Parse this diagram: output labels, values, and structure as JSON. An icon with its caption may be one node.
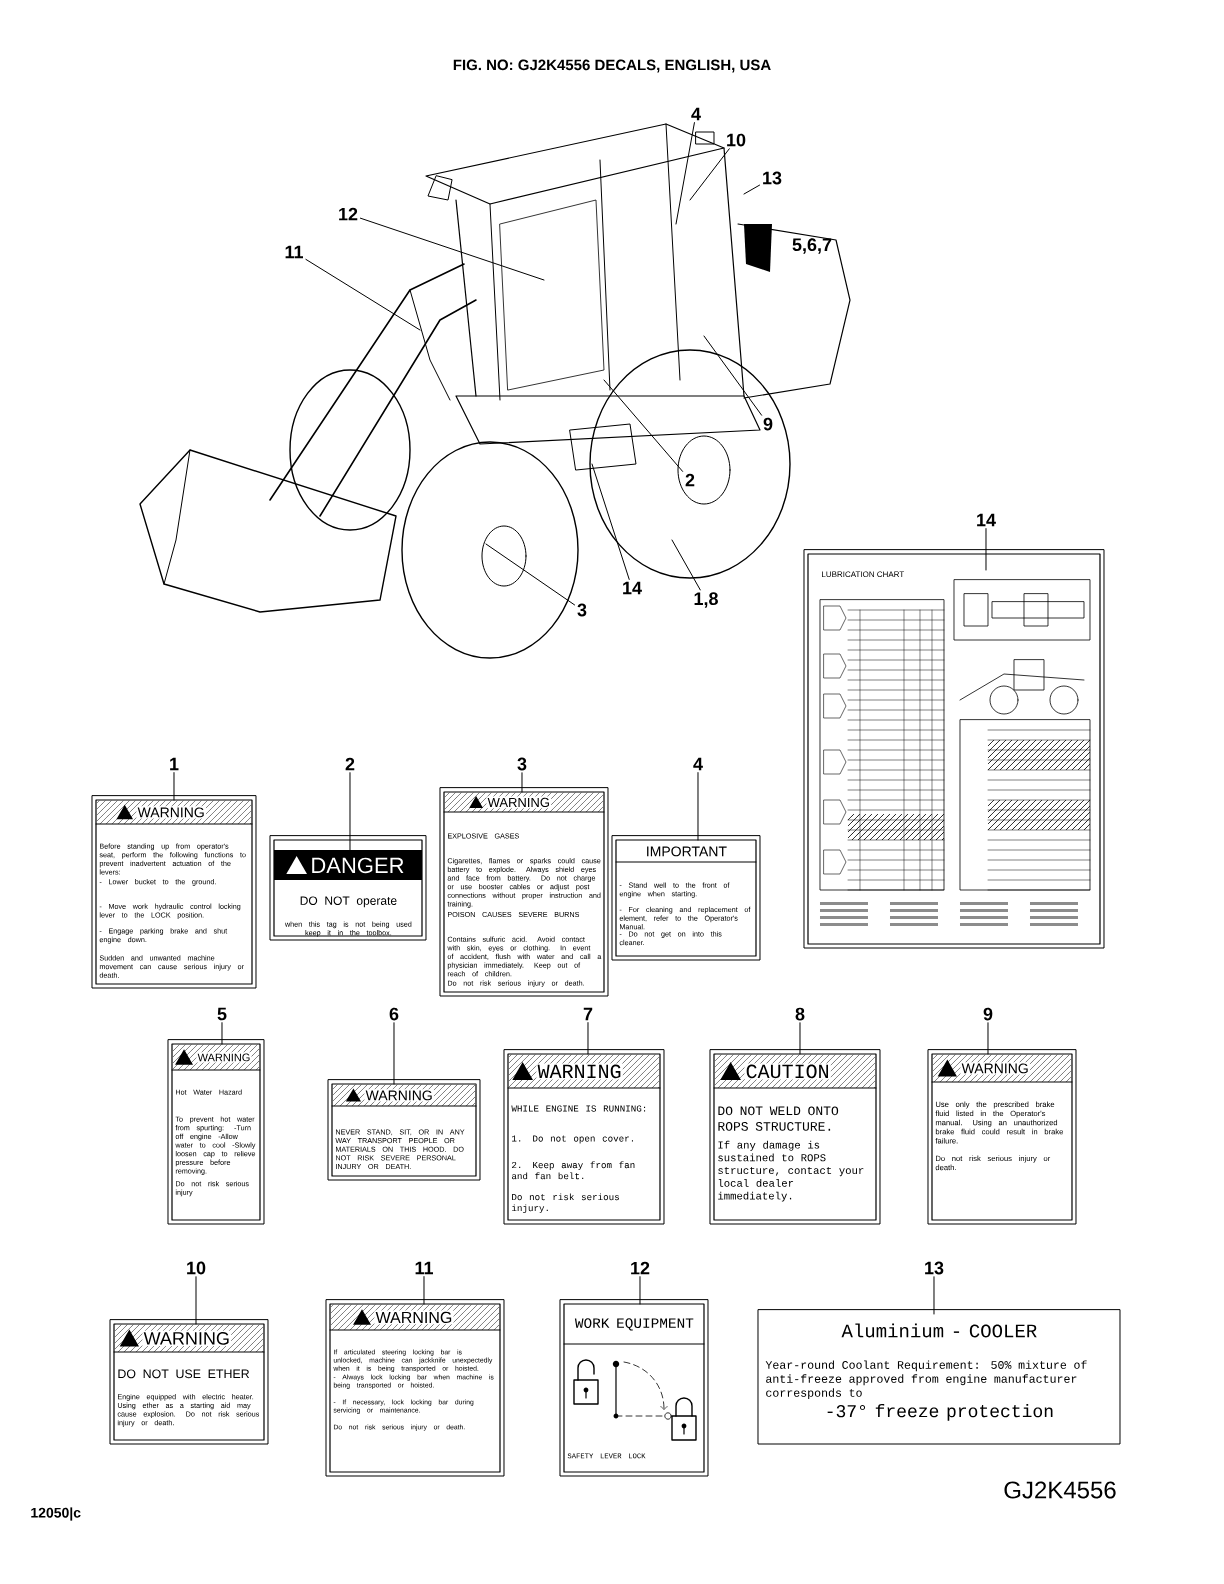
{
  "diagram": {
    "title": "FIG. NO: GJ2K4556 DECALS, ENGLISH, USA",
    "nodes": [
      {
        "text": [
          "4"
        ]
      },
      {
        "text": [
          "10"
        ]
      },
      {
        "text": [
          "13"
        ]
      },
      {
        "text": [
          "12"
        ]
      },
      {
        "text": [
          "11"
        ]
      },
      {
        "text": [
          "9"
        ]
      },
      {
        "text": [
          "1,8"
        ]
      },
      {
        "text": [
          "2"
        ]
      },
      {
        "text": [
          "14"
        ]
      },
      {
        "text": [
          "3"
        ]
      },
      {
        "text": [
          "1"
        ]
      },
      {
        "text": [
          "WARNING",
          "Before standing up from operator's seat, perform the following functions to prevent inadvertent actuation of the levers:",
          "- Lower bucket to the ground.",
          "- Move work hydraulic control locking lever to the LOCK position.",
          "- Engage parking brake and shut engine down.",
          "Sudden and unwanted machine movement can cause serious injury or death."
        ]
      },
      {
        "text": [
          "2"
        ]
      },
      {
        "text": [
          "DANGER",
          "DO NOT operate",
          "when this tag is not being used keep it in the toolbox."
        ]
      },
      {
        "text": [
          "3"
        ]
      },
      {
        "text": [
          "WARNING",
          "EXPLOSIVE GASES",
          "Cigarettes, flames or sparks could cause battery to explode. Always shield eyes and face from battery. Do not charge or use booster cables or adjust post connections without proper instruction and training.",
          "POISON CAUSES SEVERE BURNS",
          "Contains sulfuric acid. Avoid contact with skin, eyes or clothing. In event of accident, flush with water and call a physician immediately. Keep out of reach of children.",
          "Do not risk serious injury or death."
        ]
      },
      {
        "text": [
          "4"
        ]
      },
      {
        "text": [
          "IMPORTANT",
          "- Stand well to the front of engine when starting.",
          "- For cleaning and replacement of element, refer to the Operator's Manual.",
          "- Do not get on into this cleaner."
        ]
      },
      {
        "text": [
          "5"
        ]
      },
      {
        "text": [
          "WARNING",
          "Hot Water Hazard",
          "To prevent hot water from spurting: -Turn off engine -Allow water to cool -Slowly loosen cap to relieve pressure before removing.",
          "Do not risk serious injury"
        ]
      },
      {
        "text": [
          "6"
        ]
      },
      {
        "text": [
          "WARNING",
          "NEVER STAND, SIT, OR IN ANY WAY TRANSPORT PEOPLE OR MATERIALS ON THIS HOOD. DO NOT RISK SEVERE PERSONAL INJURY OR DEATH."
        ]
      },
      {
        "text": [
          "7"
        ]
      },
      {
        "text": [
          "WARNING",
          "WHILE ENGINE IS RUNNING:",
          "1. Do not open cover.",
          "2. Keep away from fan and fan belt.",
          "Do not risk serious injury."
        ]
      },
      {
        "text": [
          "8"
        ]
      },
      {
        "text": [
          "CAUTION",
          "DO NOT WELD ONTO ROPS STRUCTURE.",
          "If any damage is sustained to ROPS structure, contact your local dealer immediately."
        ]
      },
      {
        "text": [
          "9"
        ]
      },
      {
        "text": [
          "WARNING",
          "Use only the prescribed brake fluid listed in the Operator's manual. Using an unauthorized brake fluid could result in brake failure.",
          "Do not risk serious injury or death."
        ]
      },
      {
        "text": [
          "10"
        ]
      },
      {
        "text": [
          "WARNING",
          "DO NOT USE ETHER",
          "Engine equipped with electric heater. Using ether as a starting aid may cause explosion. Do not risk serious injury or death."
        ]
      },
      {
        "text": [
          "11"
        ]
      },
      {
        "text": [
          "WARNING",
          "If articulated steering locking bar is unlocked, machine can jackknife unexpectedly when it is being transported or hoisted.",
          "- Always lock locking bar when machine is being transported or hoisted.",
          "- If necessary, lock locking bar during servicing or maintenance.",
          "Do not risk serious injury or death."
        ]
      },
      {
        "text": [
          "12"
        ]
      },
      {
        "text": [
          "WORK EQUIPMENT",
          "SAFETY LEVER LOCK"
        ]
      },
      {
        "text": [
          "13"
        ]
      },
      {
        "text": [
          "Aluminium - COOLER",
          "Year-round Coolant Requirement: 50% mixture of anti-freeze approved from engine manufacturer corresponds to",
          "-37° freeze protection"
        ]
      },
      {
        "text": [
          "14"
        ]
      },
      {
        "text": [
          "LUBRICATION CHART"
        ]
      }
    ],
    "edges": [
      {
        "from": 0,
        "to": null,
        "arrow": "none"
      },
      {
        "from": 1,
        "to": null,
        "arrow": "none"
      },
      {
        "from": 2,
        "to": null,
        "arrow": "none"
      },
      {
        "from": 3,
        "to": null,
        "arrow": "none"
      },
      {
        "from": 4,
        "to": null,
        "arrow": "none"
      },
      {
        "from": 5,
        "to": null,
        "arrow": "none"
      },
      {
        "from": 6,
        "to": null,
        "arrow": "none"
      },
      {
        "from": 7,
        "to": null,
        "arrow": "none"
      },
      {
        "from": 8,
        "to": null,
        "arrow": "none"
      },
      {
        "from": 9,
        "to": null,
        "arrow": "none"
      },
      {
        "from": 10,
        "to": 11,
        "arrow": "none"
      },
      {
        "from": 12,
        "to": 13,
        "arrow": "none"
      },
      {
        "from": 14,
        "to": 15,
        "arrow": "none"
      },
      {
        "from": 16,
        "to": 17,
        "arrow": "none"
      },
      {
        "from": 18,
        "to": 19,
        "arrow": "none"
      },
      {
        "from": 20,
        "to": 21,
        "arrow": "none"
      },
      {
        "from": 22,
        "to": 23,
        "arrow": "none"
      },
      {
        "from": 24,
        "to": 25,
        "arrow": "none"
      },
      {
        "from": 26,
        "to": 27,
        "arrow": "none"
      },
      {
        "from": 28,
        "to": 29,
        "arrow": "none"
      },
      {
        "from": 30,
        "to": 31,
        "arrow": "none"
      },
      {
        "from": 32,
        "to": 33,
        "arrow": "none"
      },
      {
        "from": 34,
        "to": 35,
        "arrow": "none"
      },
      {
        "from": 36,
        "to": 37,
        "arrow": "none"
      }
    ],
    "labels": [
      "5,6,7",
      "GJ2K4556",
      "12050|c"
    ]
  }
}
